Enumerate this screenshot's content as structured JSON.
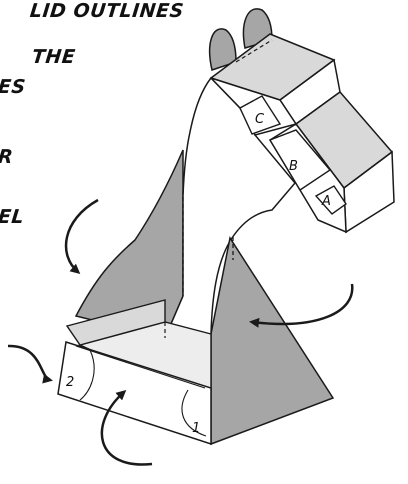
{
  "instructions": {
    "line1": "LID OUTLINES",
    "line2": "THE",
    "line3": "ES",
    "line4": "R",
    "line5": "EL"
  },
  "labels": {
    "a": "A",
    "b": "B",
    "c": "C",
    "one": "1",
    "two": "2"
  },
  "colors": {
    "outline": "#1a1a1a",
    "gray_panel": "#a6a6a6",
    "light_panel": "#d9d9d9",
    "floor": "#ededed",
    "white": "#ffffff"
  }
}
